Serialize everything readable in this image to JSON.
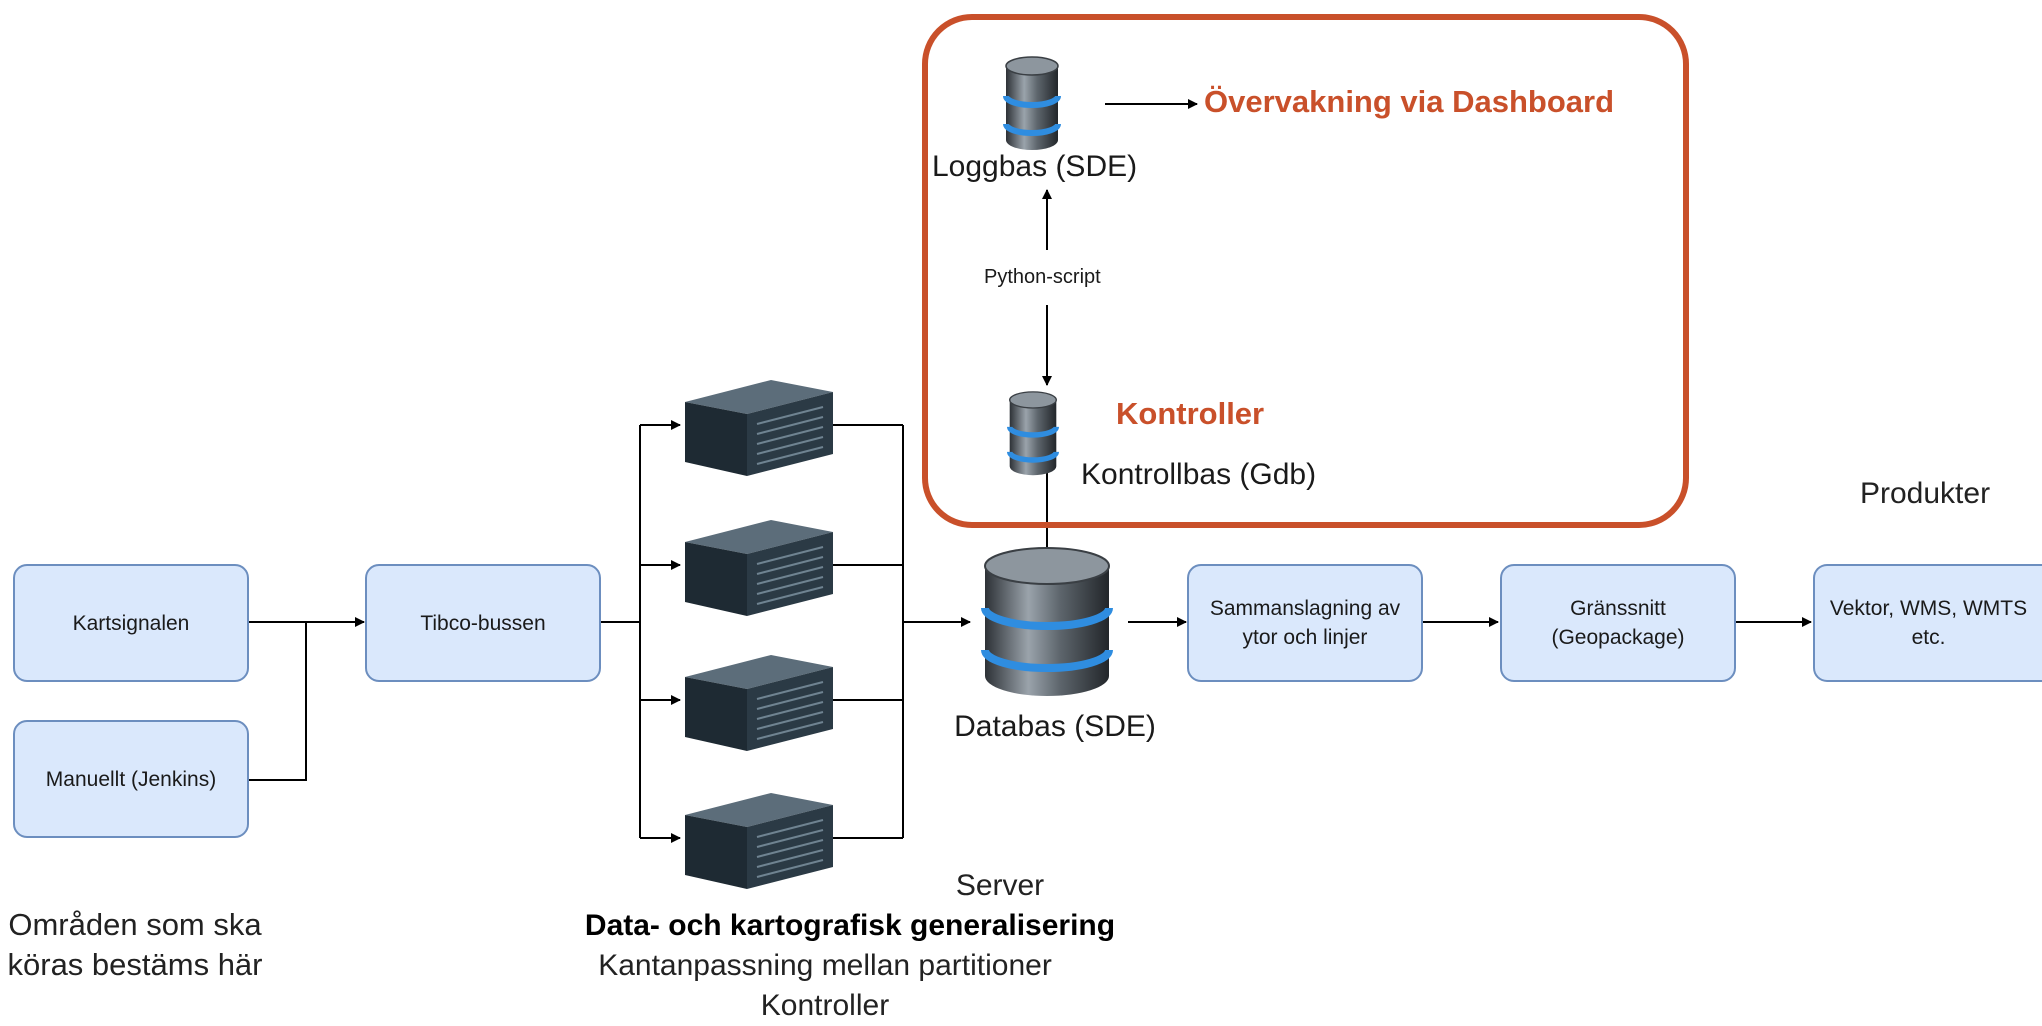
{
  "input_boxes": {
    "kartsignalen": "Kartsignalen",
    "manuellt": "Manuellt (Jenkins)"
  },
  "input_caption": {
    "line1": "Områden som ska",
    "line2": "köras bestäms här"
  },
  "tibco": "Tibco-bussen",
  "server_caption": {
    "server": "Server",
    "generalisering": "Data- och kartografisk generalisering",
    "kantanpassning": "Kantanpassning mellan partitioner",
    "kontroller": "Kontroller"
  },
  "databas": "Databas (SDE)",
  "sammanslagning": "Sammanslagning av ytor och linjer",
  "granssnitt": "Gränssnitt (Geopackage)",
  "produkter_label": "Produkter",
  "produkter": "Vektor, WMS, WMTS etc.",
  "control_group": {
    "loggbas": "Loggbas (SDE)",
    "dashboard": "Övervakning via Dashboard",
    "python_script": "Python-script",
    "kontroller": "Kontroller",
    "kontrollbas": "Kontrollbas (Gdb)"
  },
  "colors": {
    "box_fill": "#dae8fc",
    "box_border": "#6c8ebf",
    "accent": "#c9502a"
  }
}
